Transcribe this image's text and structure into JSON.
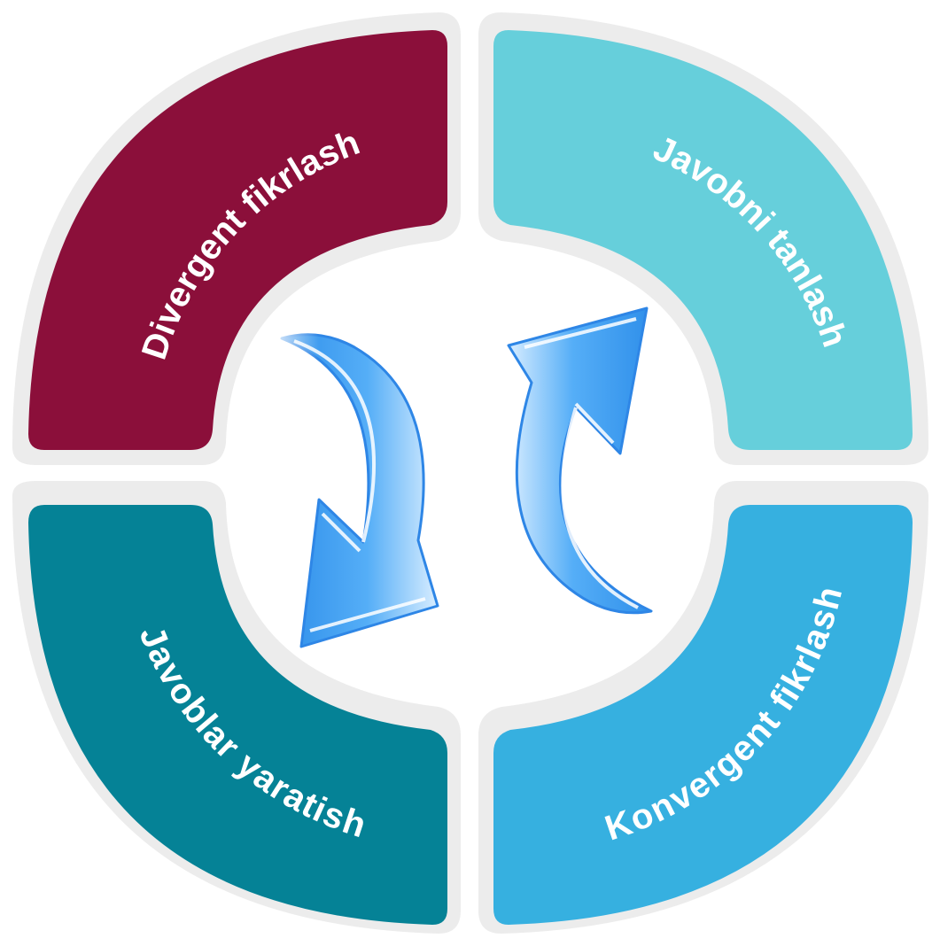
{
  "segments": [
    {
      "id": "top-left",
      "label": "Divergent fikrlash",
      "color": "#8B0F3A"
    },
    {
      "id": "top-right",
      "label": "Javobni tanlash",
      "color": "#66CFDB"
    },
    {
      "id": "bottom-left",
      "label": "Javoblar yaratish",
      "color": "#058296"
    },
    {
      "id": "bottom-right",
      "label": "Konvergent fikrlash",
      "color": "#36B0E0"
    }
  ],
  "colors": {
    "outline": "#ECECEC",
    "arrow_fill": "#4AA6F5",
    "arrow_light": "#CFE8FF",
    "arrow_edge": "#2E86E6"
  }
}
